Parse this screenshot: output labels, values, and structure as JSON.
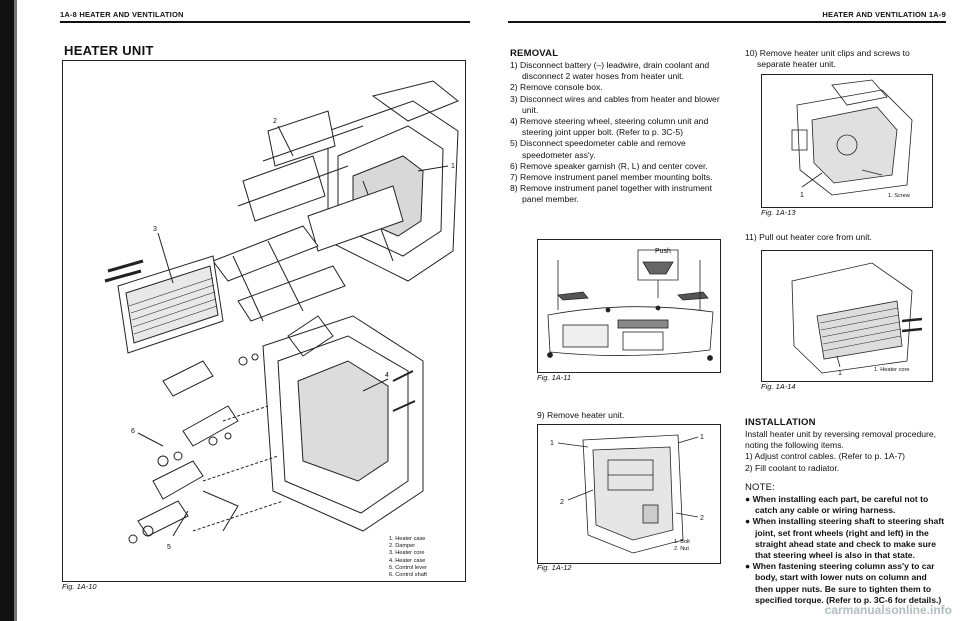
{
  "header": {
    "left": "1A-8  HEATER AND VENTILATION",
    "right": "HEATER AND VENTILATION  1A-9"
  },
  "title": "HEATER UNIT",
  "fig10": {
    "caption": "Fig. 1A-10",
    "callouts": [
      "1",
      "2",
      "3",
      "4",
      "5",
      "6"
    ],
    "legend": [
      "1.  Heater case",
      "2.  Damper",
      "3.  Heater core",
      "4.  Heater case",
      "5.  Control lever",
      "6.  Control shaft"
    ]
  },
  "removal": {
    "heading": "REMOVAL",
    "steps": [
      "1) Disconnect battery (–) leadwire, drain coolant and disconnect 2 water hoses from heater unit.",
      "2) Remove console box.",
      "3) Disconnect wires and cables from heater and blower unit.",
      "4) Remove steering wheel, steering column unit and steering joint upper bolt. (Refer to p. 3C-5)",
      "5) Disconnect speedometer cable and remove speedometer ass'y.",
      "6) Remove speaker garnish (R, L) and center cover.",
      "7) Remove instrument panel member mounting bolts.",
      "8) Remove instrument panel together with instrument panel member."
    ]
  },
  "fig11": {
    "caption": "Fig. 1A-11",
    "push": "Push"
  },
  "step9": "9) Remove heater unit.",
  "fig12": {
    "caption": "Fig. 1A-12",
    "legend": [
      "1.  Bolt",
      "2.  Nut"
    ],
    "callouts": [
      "1",
      "1",
      "2",
      "2"
    ]
  },
  "step10": "10) Remove heater unit clips and screws to separate heater unit.",
  "fig13": {
    "caption": "Fig. 1A-13",
    "legend": "1.  Screw",
    "callout": "1"
  },
  "step11": "11) Pull out heater core from unit.",
  "fig14": {
    "caption": "Fig. 1A-14",
    "legend": "1.  Heater core",
    "callout": "1"
  },
  "installation": {
    "heading": "INSTALLATION",
    "text": "Install heater unit by reversing removal procedure, noting the following items.",
    "items": [
      "1) Adjust control cables. (Refer to p. 1A-7)",
      "2) Fill coolant to radiator."
    ]
  },
  "note": {
    "heading": "NOTE:",
    "items": [
      "●  When installing each part, be careful not to catch any cable or wiring harness.",
      "●  When installing steering shaft to steering shaft joint, set front wheels (right and left) in the straight ahead state and check to make sure that steering wheel is also in that state.",
      "●  When fastening steering column ass'y to car body, start with lower nuts on column and then upper nuts. Be sure to tighten them to specified torque. (Refer to p. 3C-6 for details.)"
    ]
  },
  "watermark": "carmanualsonline.info"
}
